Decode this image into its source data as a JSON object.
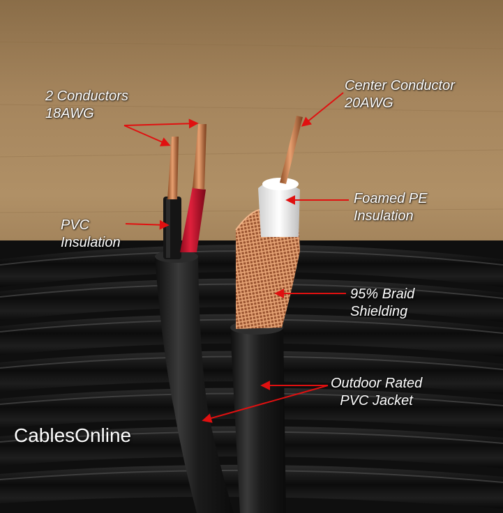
{
  "brand": {
    "text": "CablesOnline"
  },
  "labels": {
    "two_conductors": {
      "line1": "2 Conductors",
      "line2": "18AWG"
    },
    "center_conductor": {
      "line1": "Center Conductor",
      "line2": "20AWG"
    },
    "foamed_pe": {
      "line1": "Foamed PE",
      "line2": "Insulation"
    },
    "pvc_insulation": {
      "line1": "PVC",
      "line2": "Insulation"
    },
    "braid": {
      "line1": "95% Braid",
      "line2": "Shielding"
    },
    "jacket": {
      "line1": "Outdoor Rated",
      "line2": "PVC Jacket"
    }
  },
  "colors": {
    "cardboard": "#9c7d55",
    "cable_black": "#1a1a1a",
    "copper": "#c8784a",
    "red_insulation": "#c8102e",
    "foam_white": "#f2f2f2",
    "arrow": "#e01010",
    "label_text": "#ffffff"
  }
}
